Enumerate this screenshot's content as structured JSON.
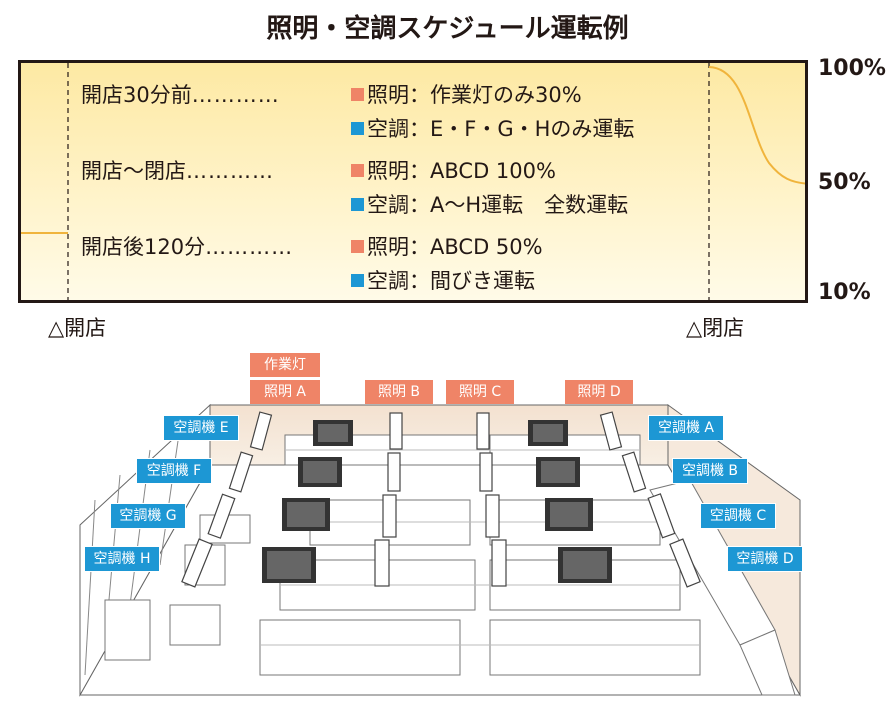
{
  "title": "照明・空調スケジュール運転例",
  "schedule": {
    "rows": [
      {
        "time": "開店30分前",
        "leader": "…………",
        "light": "照明：作業灯のみ30%",
        "ac": "空調：E・F・G・Hのみ運転"
      },
      {
        "time": "開店〜閉店",
        "leader": "…………",
        "light": "照明：ABCD 100%",
        "ac": "空調：A〜H運転　全数運転"
      },
      {
        "time": "開店後120分",
        "leader": "…………",
        "light": "照明：ABCD 50%",
        "ac": "空調：間びき運転"
      }
    ],
    "levels": [
      "100%",
      "50%",
      "10%"
    ],
    "open_label": "△開店",
    "close_label": "△閉店"
  },
  "colors": {
    "lighting": "#ef8467",
    "aircon": "#1d97d4",
    "curve": "#f0b43c"
  },
  "lighting_labels": [
    "作業灯",
    "照明 A",
    "照明 B",
    "照明 C",
    "照明 D"
  ],
  "aircon_labels": [
    "空調機 A",
    "空調機 B",
    "空調機 C",
    "空調機 D",
    "空調機 E",
    "空調機 F",
    "空調機 G",
    "空調機 H"
  ]
}
